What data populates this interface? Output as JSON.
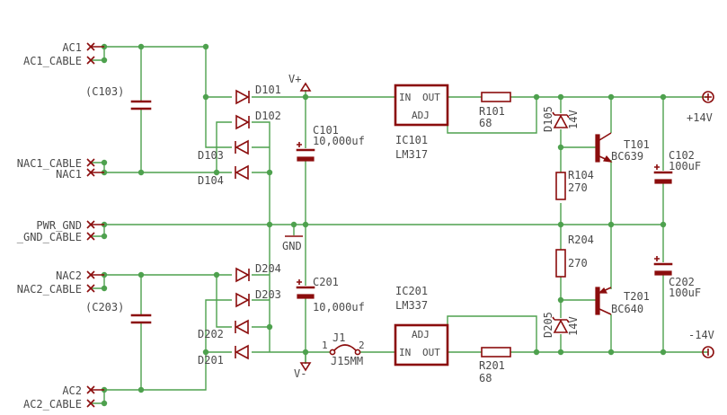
{
  "connectors": {
    "ac1": "AC1",
    "ac1_cable": "AC1_CABLE",
    "nac1_cable": "NAC1_CABLE",
    "nac1": "NAC1",
    "pwr_gnd": "PWR_GND",
    "gnd_cable": "_GND_CABLE",
    "nac2": "NAC2",
    "nac2_cable": "NAC2_CABLE",
    "ac2": "AC2",
    "ac2_cable": "AC2_CABLE"
  },
  "capacitors": {
    "c103": "(C103)",
    "c203": "(C203)",
    "c101": "C101",
    "c101_value": "10,000uf",
    "c201": "C201",
    "c201_value": "10,000uf",
    "c102": "C102",
    "c102_value": "100uF",
    "c202": "C202",
    "c202_value": "100uF"
  },
  "diodes": {
    "d101": "D101",
    "d102": "D102",
    "d103": "D103",
    "d104": "D104",
    "d201": "D201",
    "d202": "D202",
    "d203": "D203",
    "d204": "D204",
    "d105": "D105",
    "d105_value": "14V",
    "d205": "D205",
    "d205_value": "14V"
  },
  "regulators": {
    "ic101": "IC101",
    "ic101_part": "LM317",
    "ic201": "IC201",
    "ic201_part": "LM337",
    "pin_in": "IN",
    "pin_out": "OUT",
    "pin_adj": "ADJ"
  },
  "resistors": {
    "r101": "R101",
    "r101_value": "68",
    "r201": "R201",
    "r201_value": "68",
    "r104": "R104",
    "r104_value": "270",
    "r204": "R204",
    "r204_value": "270"
  },
  "transistors": {
    "t101": "T101",
    "t101_part": "BC639",
    "t201": "T201",
    "t201_part": "BC640"
  },
  "supplies": {
    "vplus": "V+",
    "vminus": "V-",
    "gnd": "GND",
    "out_pos": "+14V",
    "out_neg": "-14V"
  },
  "jumper": {
    "name": "J1",
    "part": "J15MM",
    "pin1": "1",
    "pin2": "2"
  },
  "colors": {
    "wire": "#4ea14e",
    "part": "#8b0d0d",
    "text": "#4a4a4a"
  }
}
